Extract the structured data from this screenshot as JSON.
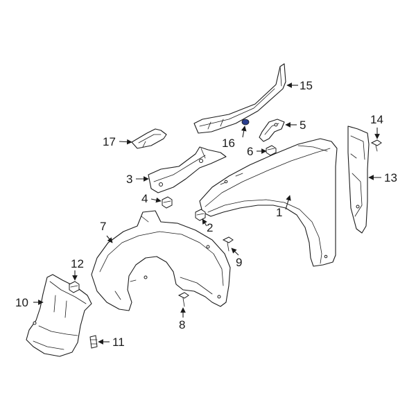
{
  "diagram": {
    "callouts": [
      {
        "id": "1",
        "label": "1"
      },
      {
        "id": "2",
        "label": "2"
      },
      {
        "id": "3",
        "label": "3"
      },
      {
        "id": "4",
        "label": "4"
      },
      {
        "id": "5",
        "label": "5"
      },
      {
        "id": "6",
        "label": "6"
      },
      {
        "id": "7",
        "label": "7"
      },
      {
        "id": "8",
        "label": "8"
      },
      {
        "id": "9",
        "label": "9"
      },
      {
        "id": "10",
        "label": "10"
      },
      {
        "id": "11",
        "label": "11"
      },
      {
        "id": "12",
        "label": "12"
      },
      {
        "id": "13",
        "label": "13"
      },
      {
        "id": "14",
        "label": "14"
      },
      {
        "id": "15",
        "label": "15"
      },
      {
        "id": "16",
        "label": "16"
      },
      {
        "id": "17",
        "label": "17"
      }
    ],
    "colors": {
      "line": "#1a1a1a",
      "highlight": "#2b3f8f"
    }
  }
}
